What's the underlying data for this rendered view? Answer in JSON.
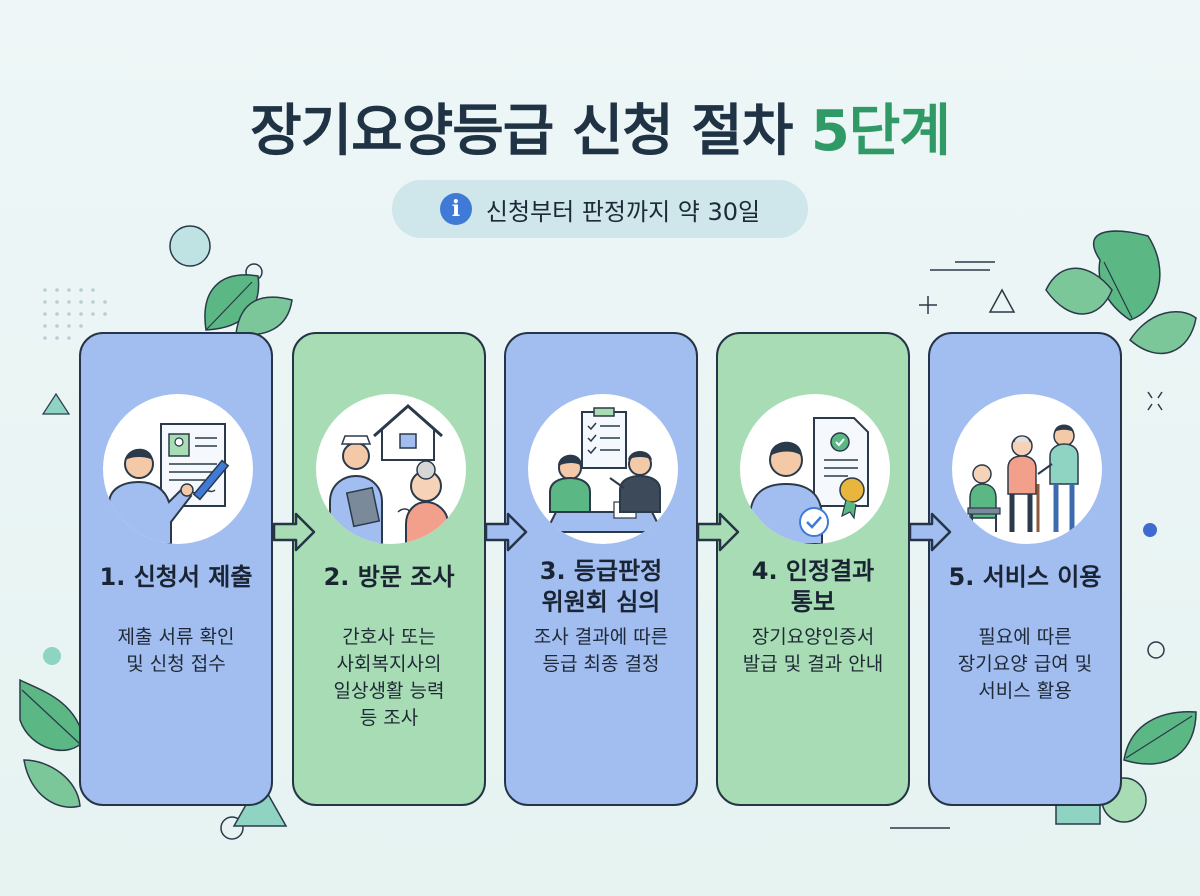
{
  "title": {
    "main": "장기요양등급 신청 절차 ",
    "accent": "5단계"
  },
  "info": {
    "icon": "info-icon",
    "text": "신청부터 판정까지 약 30일"
  },
  "colors": {
    "blue_card": "#a2bdf0",
    "green_card": "#a8dcb4",
    "accent": "#2f9a66",
    "info": "#3f7bd6"
  },
  "steps": [
    {
      "title": "1. 신청서 제출",
      "desc": [
        "제출 서류 확인",
        "및 신청 접수"
      ],
      "icon": "application-form-icon"
    },
    {
      "title": "2. 방문 조사",
      "desc": [
        "간호사 또는",
        "사회복지사의",
        "일상생활 능력",
        "등 조사"
      ],
      "icon": "home-visit-icon"
    },
    {
      "title": "3. 등급판정\n위원회 심의",
      "desc": [
        "조사 결과에 따른",
        "등급 최종 결정"
      ],
      "icon": "committee-review-icon"
    },
    {
      "title": "4. 인정결과\n통보",
      "desc": [
        "장기요양인증서",
        "발급 및 결과 안내"
      ],
      "icon": "certificate-icon"
    },
    {
      "title": "5. 서비스 이용",
      "desc": [
        "필요에 따른",
        "장기요양 급여 및",
        "서비스 활용"
      ],
      "icon": "care-service-icon"
    }
  ]
}
